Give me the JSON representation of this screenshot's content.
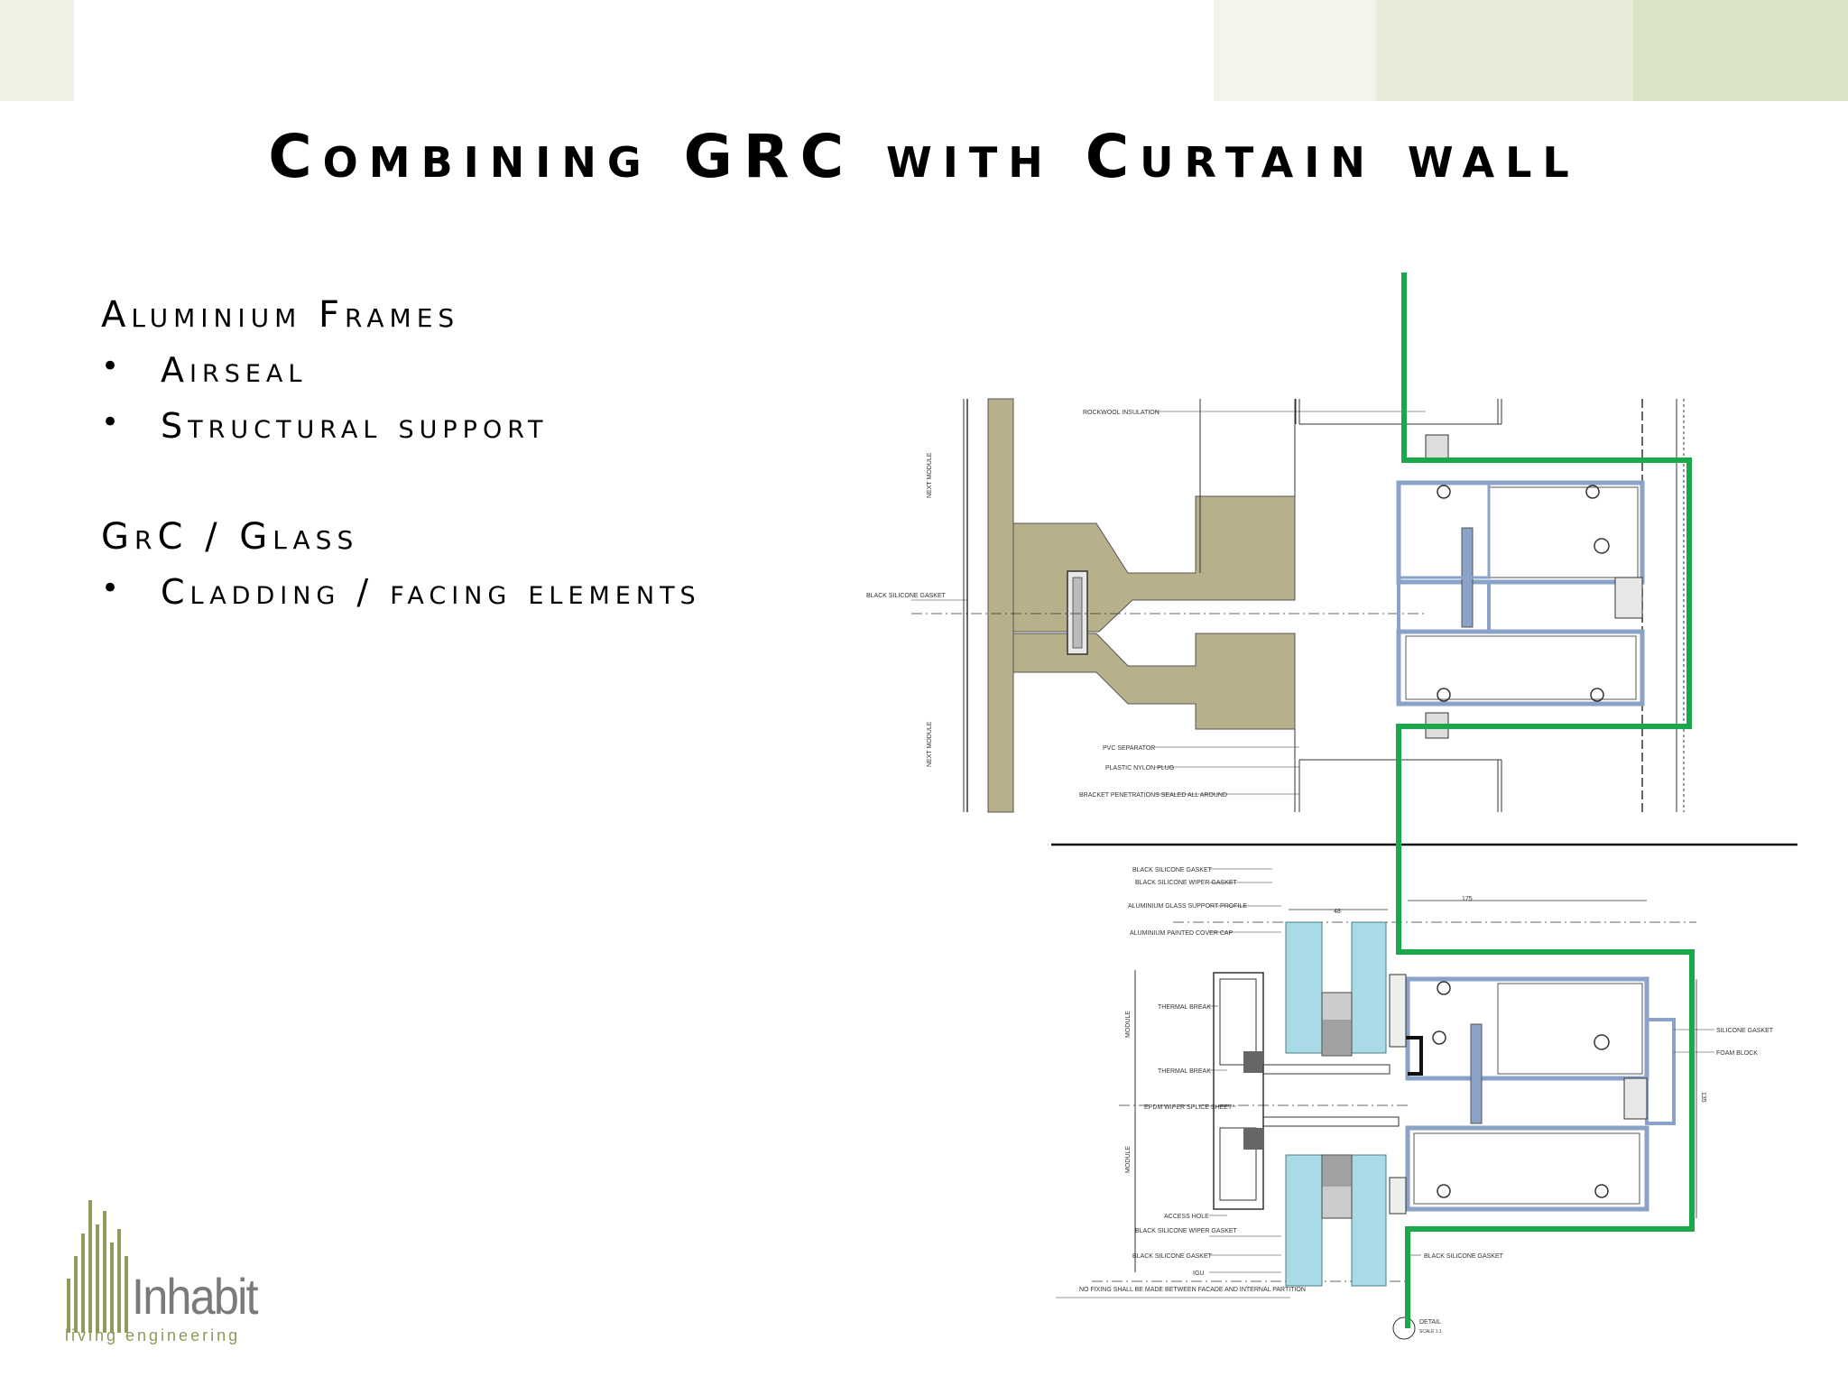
{
  "slide": {
    "title": "Combining GRC with Curtain wall"
  },
  "sections": [
    {
      "heading": "Aluminium Frames",
      "bullets": [
        "Airseal",
        "Structural support"
      ]
    },
    {
      "heading": "GrC / Glass",
      "bullets": [
        "Cladding / facing elements"
      ]
    }
  ],
  "drawing_labels": {
    "upper": {
      "rockwool": "ROCKWOOL INSULATION",
      "next_module_top": "NEXT MODULE",
      "black_silicone": "BLACK SILICONE GASKET",
      "next_module_bottom": "NEXT MODULE",
      "pvc_separator": "PVC SEPARATOR",
      "plastic_plug": "PLASTIC NYLON PLUG",
      "bracket": "BRACKET PENETRATIONS SEALED ALL AROUND"
    },
    "lower": {
      "black_silicone_gasket": "BLACK SILICONE GASKET",
      "wiper_gasket": "BLACK SILICONE WIPER GASKET",
      "glass_support": "ALUMINIUM GLASS SUPPORT PROFILE",
      "cover_cap": "ALUMINIUM PAINTED COVER CAP",
      "thermal_break_1": "THERMAL BREAK",
      "thermal_break_2": "THERMAL BREAK",
      "epdm": "EPDM WIPER SPLICE SHEET",
      "access_hole": "ACCESS HOLE",
      "wiper_gasket_2": "BLACK SILICONE WIPER GASKET",
      "black_silicone_gasket_2": "BLACK SILICONE GASKET",
      "igu": "IGU",
      "no_fixing": "NO FIXING SHALL BE MADE BETWEEN FACADE AND INTERNAL PARTITION",
      "silicone_gasket_r": "SILICONE GASKET",
      "foam_block": "FOAM BLOCK",
      "black_silicone_gasket_r": "BLACK SILICONE GASKET",
      "module_1": "MODULE",
      "module_2": "MODULE",
      "dim_48": "48",
      "dim_175": "175",
      "dim_135": "135",
      "detail": "DETAIL",
      "scale": "SCALE 1:1"
    }
  },
  "logo": {
    "word": "Inhabit",
    "tagline": "living engineering"
  },
  "colors": {
    "highlight_green": "#1aa84a",
    "grc_fill": "#b7b08a",
    "frame_blue": "#8aa2c8",
    "glass_cyan": "#a8dbe6",
    "logo_green": "#8c9a5a"
  }
}
